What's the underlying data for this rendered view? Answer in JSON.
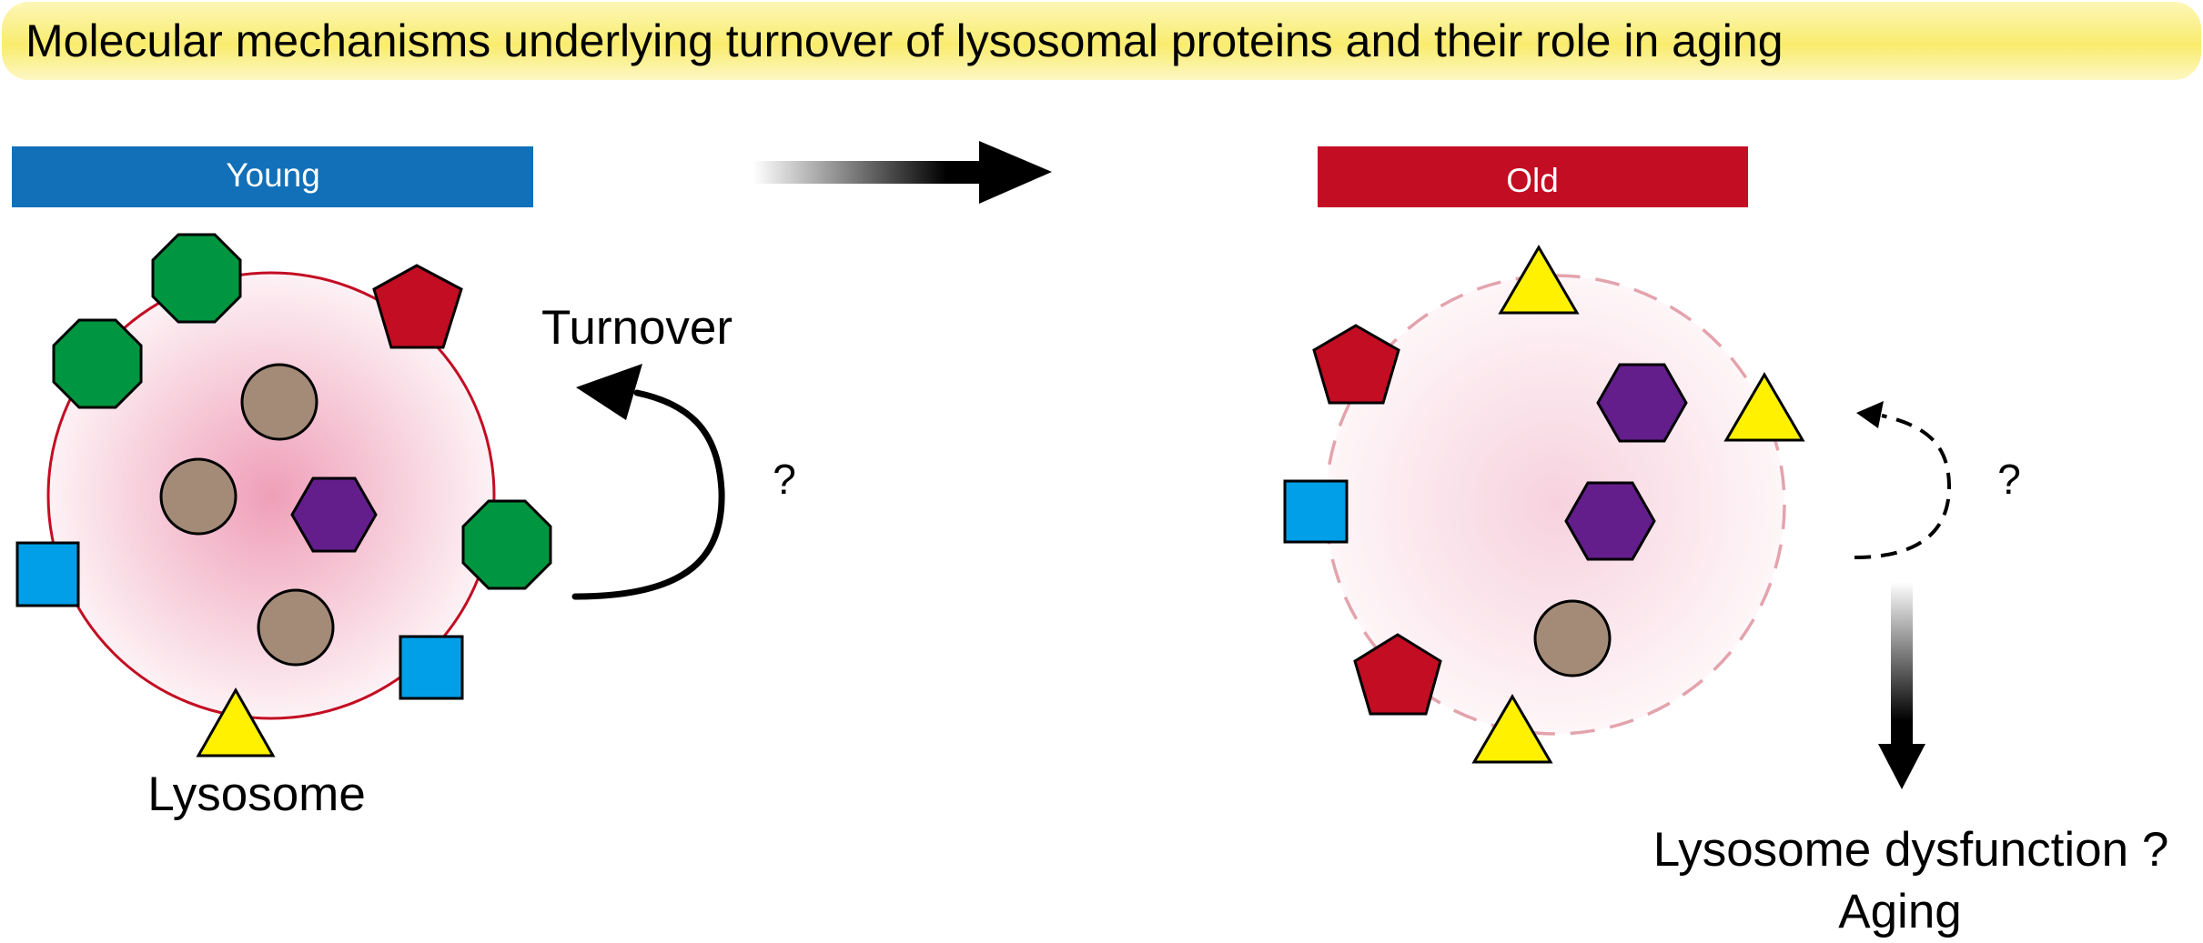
{
  "title": "Molecular mechanisms underlying turnover of lysosomal proteins and their role in aging",
  "young": {
    "label": "Young",
    "lysosome_label": "Lysosome",
    "turnover_label": "Turnover",
    "question": "?"
  },
  "old": {
    "label": "Old",
    "question": "?",
    "outcome_line1": "Lysosome dysfunction ?",
    "outcome_line2": "Aging"
  },
  "colors": {
    "title_bg": "#f9ec6e",
    "young_bar": "#1170b8",
    "old_bar": "#c30d23",
    "membrane": "#c30d23",
    "octagon_green": "#009540",
    "pentagon_red": "#c30d23",
    "circle_brown": "#a48b78",
    "hexagon_purple": "#631e8c",
    "square_blue": "#009fe8",
    "triangle_yellow": "#fff100"
  }
}
